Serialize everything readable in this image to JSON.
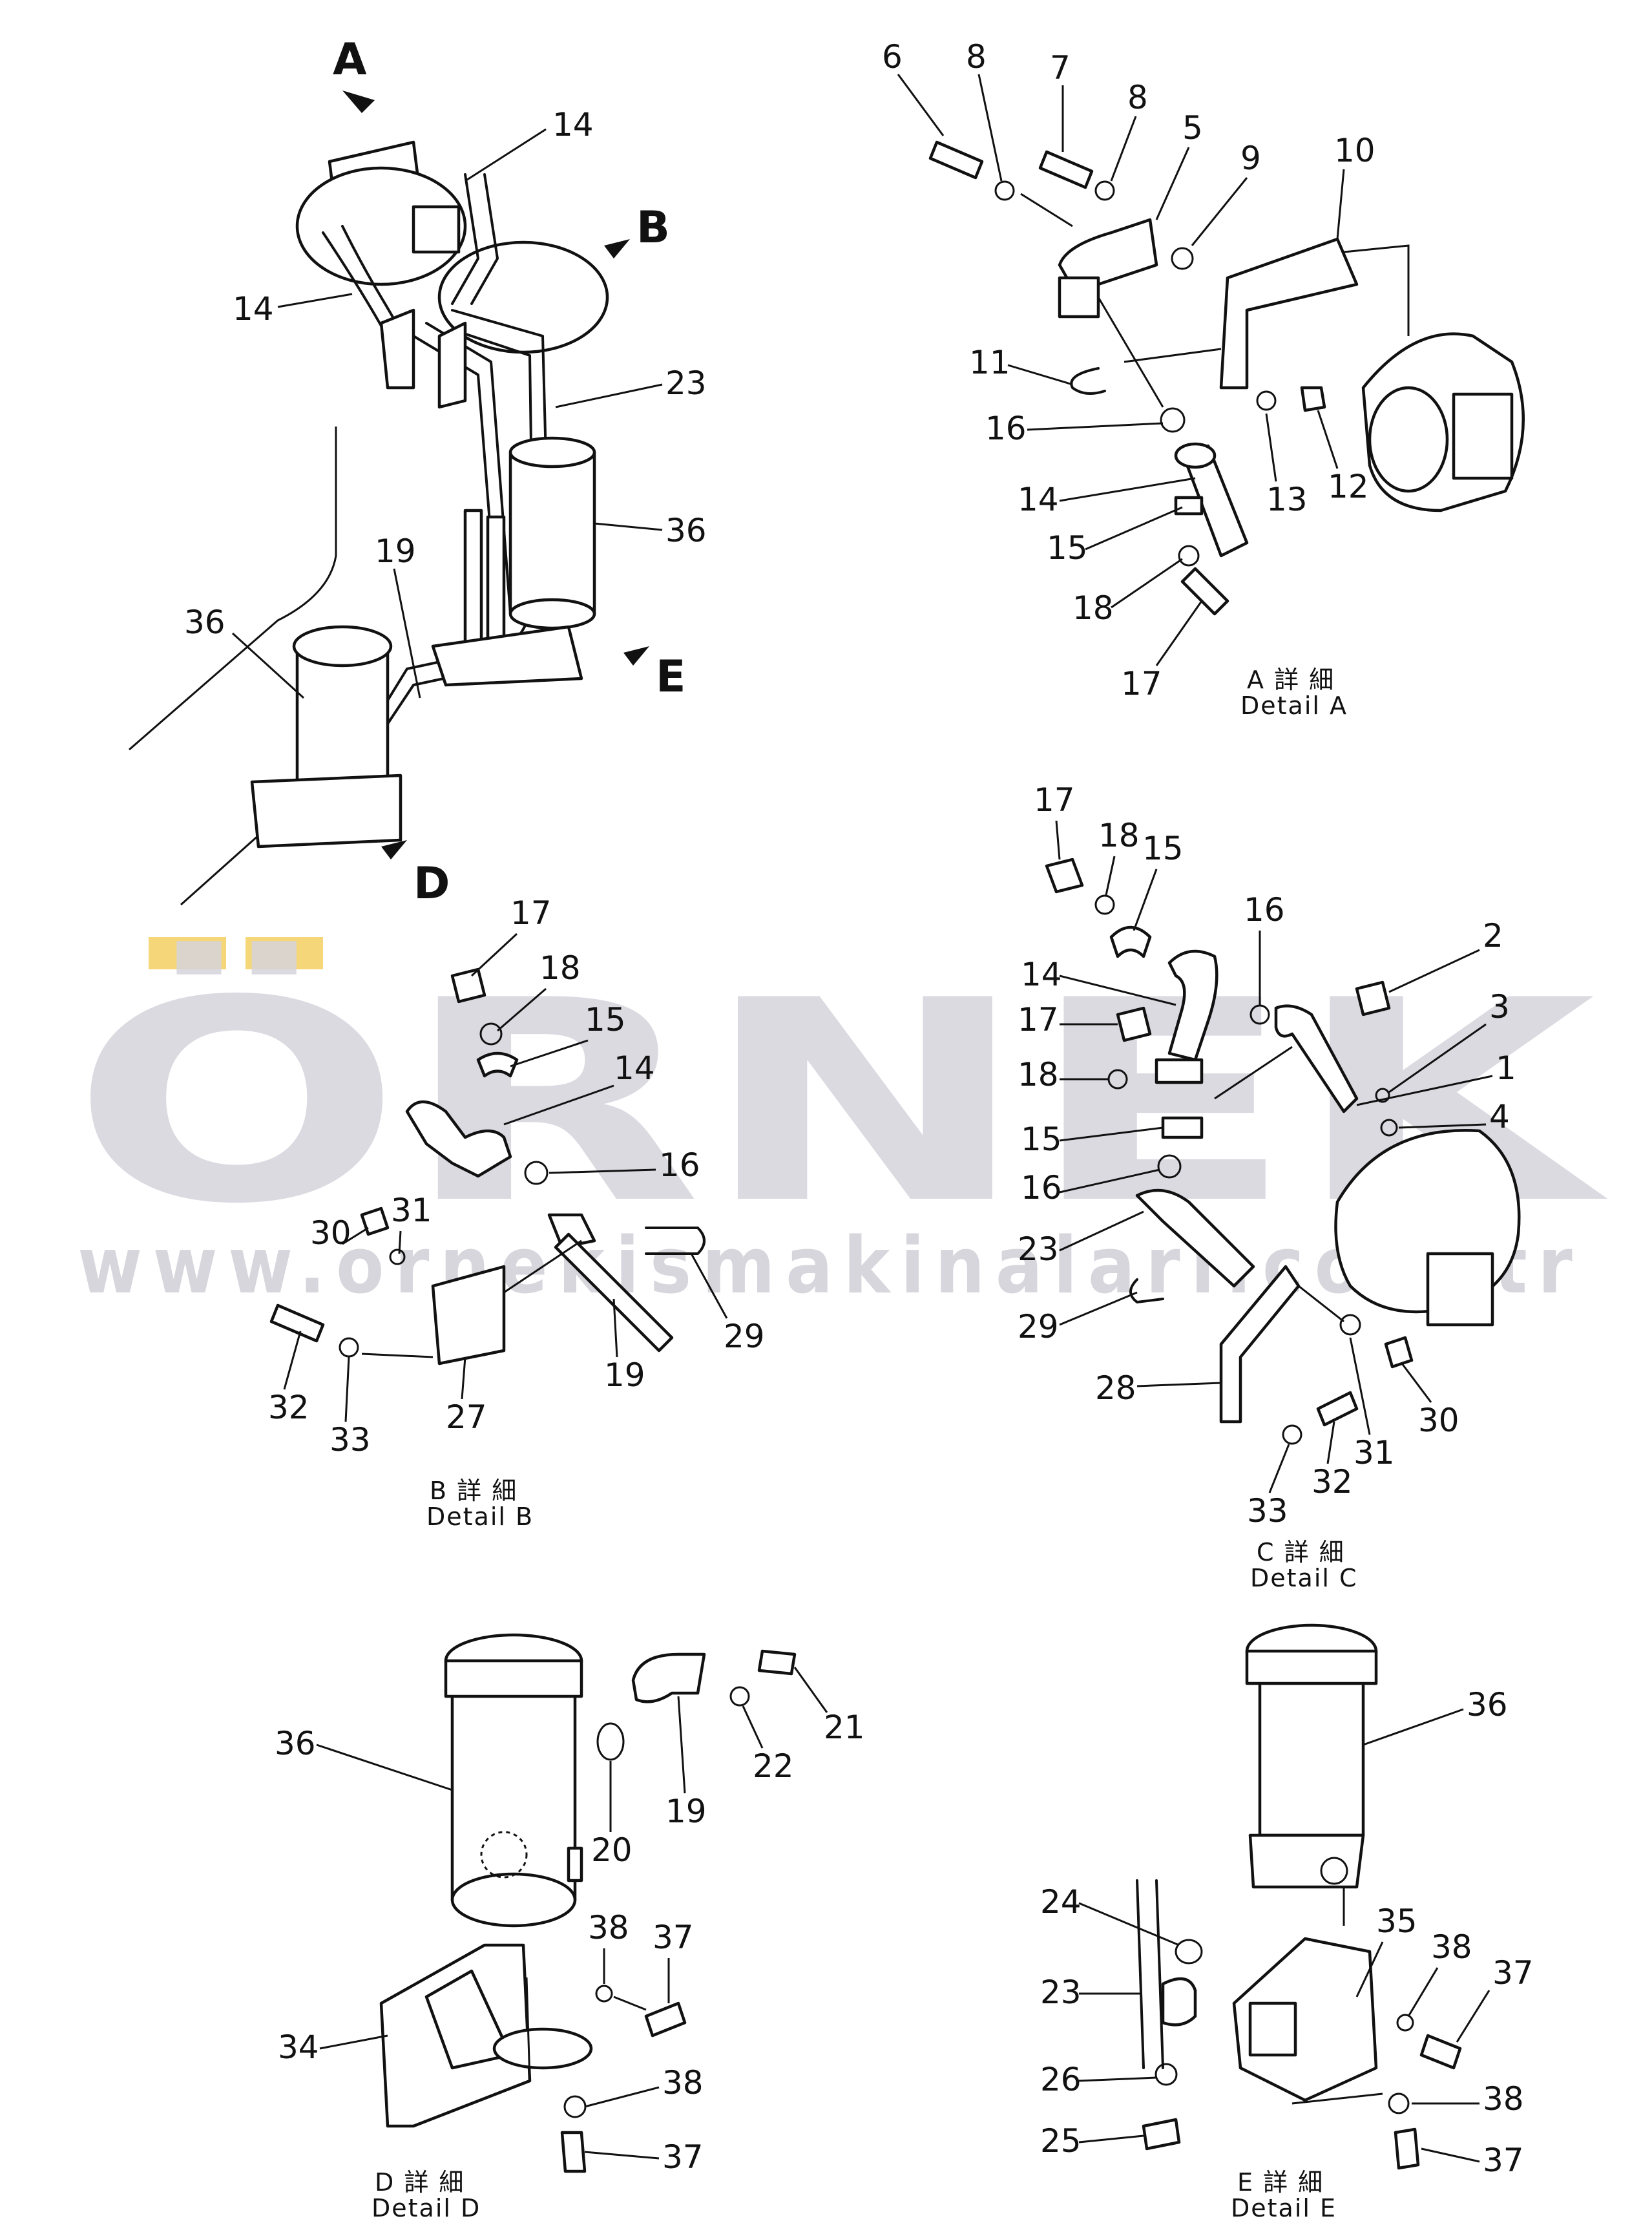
{
  "watermark": {
    "brand": "ÖRNEK",
    "url": "www.ornekismakinalari.com.tr",
    "dot_color": "#f5d77a",
    "text_color": "#d6d4dc"
  },
  "view_labels": {
    "a": "A",
    "b": "B",
    "d": "D",
    "e": "E"
  },
  "overview": {
    "labels": [
      "14",
      "14",
      "23",
      "36",
      "19",
      "36"
    ]
  },
  "detail_a": {
    "caption_jp": "A 詳 細",
    "caption_en": "Detail A",
    "labels": [
      "6",
      "8",
      "7",
      "8",
      "5",
      "9",
      "10",
      "11",
      "16",
      "14",
      "15",
      "13",
      "12",
      "18",
      "17"
    ]
  },
  "detail_b": {
    "caption_jp": "B 詳 細",
    "caption_en": "Detail B",
    "labels": [
      "17",
      "18",
      "15",
      "14",
      "16",
      "31",
      "30",
      "32",
      "33",
      "27",
      "19",
      "29"
    ]
  },
  "detail_c": {
    "caption_jp": "C 詳 細",
    "caption_en": "Detail C",
    "labels": [
      "17",
      "18",
      "15",
      "16",
      "2",
      "14",
      "3",
      "17",
      "1",
      "18",
      "4",
      "15",
      "16",
      "23",
      "29",
      "28",
      "30",
      "31",
      "32",
      "33"
    ]
  },
  "detail_d": {
    "caption_jp": "D 詳 細",
    "caption_en": "Detail D",
    "labels": [
      "36",
      "20",
      "19",
      "22",
      "21",
      "38",
      "37",
      "34",
      "38",
      "37"
    ]
  },
  "detail_e": {
    "caption_jp": "E 詳 細",
    "caption_en": "Detail E",
    "labels": [
      "36",
      "24",
      "35",
      "38",
      "37",
      "23",
      "26",
      "25",
      "38",
      "37"
    ]
  }
}
